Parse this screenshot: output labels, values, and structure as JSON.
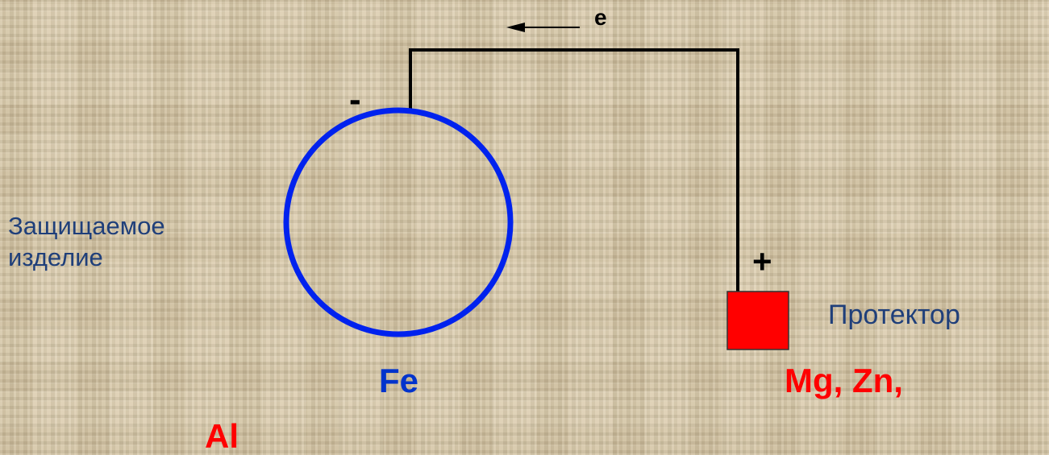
{
  "diagram": {
    "electron_label": "e",
    "negative_sign": "-",
    "positive_sign": "+",
    "protected_item_label": "Защищаемое изделие",
    "protected_item_line1": "Защищаемое",
    "protected_item_line2": "изделие",
    "protected_metal": "Fe",
    "protector_label": "Протектор",
    "protector_metals_line1": "Mg, Zn,",
    "protector_metals_line2": "Al"
  },
  "colors": {
    "cathode_ring": "#0022ee",
    "protector_block": "#ff0000",
    "wire": "#000000",
    "blue_text": "#1f3f7a",
    "red_text": "#ff0000",
    "fe_text": "#0033cc"
  },
  "icons": {
    "electron_flow": "left-arrow-icon",
    "protected_body": "circle-shape",
    "protector_body": "square-block"
  }
}
